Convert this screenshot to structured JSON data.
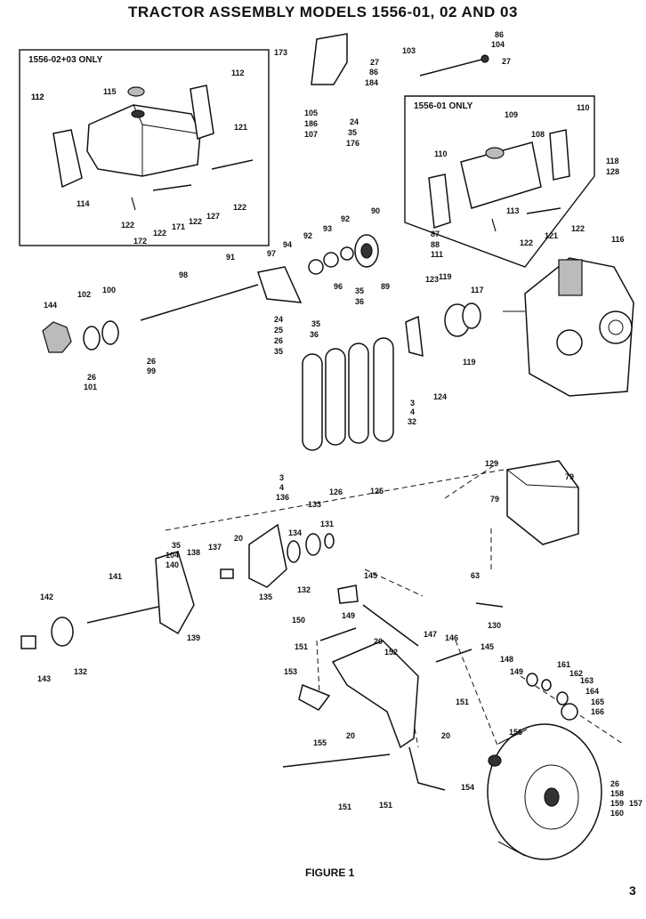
{
  "header": {
    "title": "TRACTOR ASSEMBLY MODELS 1556-01, 02 AND 03"
  },
  "boxes": {
    "box_0203_title": "1556-02+03 ONLY",
    "box_01_title": "1556-01 ONLY"
  },
  "caption": "FIGURE 1",
  "page_number": "3",
  "callouts": [
    "173",
    "103",
    "86",
    "104",
    "27",
    "27",
    "86",
    "184",
    "105",
    "186",
    "107",
    "24",
    "35",
    "176",
    "112",
    "115",
    "112",
    "121",
    "112",
    "114",
    "122",
    "172",
    "122",
    "171",
    "122",
    "127",
    "122",
    "109",
    "110",
    "108",
    "110",
    "118",
    "128",
    "116",
    "113",
    "87",
    "88",
    "111",
    "122",
    "121",
    "122",
    "90",
    "92",
    "93",
    "94",
    "92",
    "89",
    "91",
    "97",
    "96",
    "98",
    "35",
    "36",
    "24",
    "25",
    "26",
    "35",
    "35",
    "36",
    "102",
    "100",
    "144",
    "26",
    "101",
    "26",
    "99",
    "123",
    "119",
    "117",
    "119",
    "124",
    "3",
    "4",
    "32",
    "126",
    "125",
    "129",
    "79",
    "79",
    "3",
    "4",
    "136",
    "133",
    "134",
    "131",
    "132",
    "35",
    "104",
    "140",
    "137",
    "20",
    "138",
    "135",
    "142",
    "141",
    "139",
    "132",
    "143",
    "63",
    "145",
    "130",
    "150",
    "149",
    "147",
    "151",
    "20",
    "152",
    "146",
    "145",
    "148",
    "149",
    "161",
    "162",
    "163",
    "164",
    "165",
    "166",
    "153",
    "151",
    "20",
    "20",
    "156",
    "155",
    "154",
    "151",
    "151",
    "26",
    "158",
    "159",
    "160",
    "157"
  ]
}
